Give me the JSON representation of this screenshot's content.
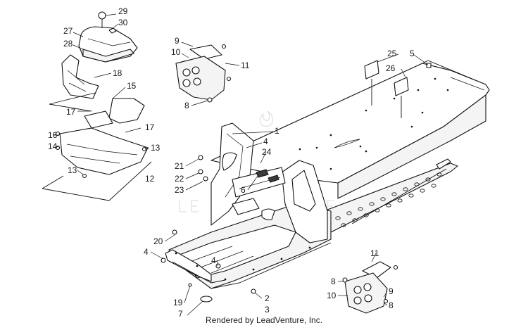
{
  "footer": "Rendered by LeadVenture, Inc.",
  "callouts": [
    {
      "id": "29",
      "text": "29"
    },
    {
      "id": "30",
      "text": "30"
    },
    {
      "id": "27",
      "text": "27"
    },
    {
      "id": "28",
      "text": "28"
    },
    {
      "id": "18",
      "text": "18"
    },
    {
      "id": "15",
      "text": "15"
    },
    {
      "id": "17a",
      "text": "17"
    },
    {
      "id": "17b",
      "text": "17"
    },
    {
      "id": "16",
      "text": "16"
    },
    {
      "id": "14",
      "text": "14"
    },
    {
      "id": "13a",
      "text": "13"
    },
    {
      "id": "13b",
      "text": "13"
    },
    {
      "id": "12",
      "text": "12"
    },
    {
      "id": "9a",
      "text": "9"
    },
    {
      "id": "10a",
      "text": "10"
    },
    {
      "id": "11a",
      "text": "11"
    },
    {
      "id": "8a",
      "text": "8"
    },
    {
      "id": "1",
      "text": "1"
    },
    {
      "id": "4a",
      "text": "4"
    },
    {
      "id": "24",
      "text": "24"
    },
    {
      "id": "21",
      "text": "21"
    },
    {
      "id": "22",
      "text": "22"
    },
    {
      "id": "23",
      "text": "23"
    },
    {
      "id": "6",
      "text": "6"
    },
    {
      "id": "25",
      "text": "25"
    },
    {
      "id": "5",
      "text": "5"
    },
    {
      "id": "26",
      "text": "26"
    },
    {
      "id": "20",
      "text": "20"
    },
    {
      "id": "4b",
      "text": "4"
    },
    {
      "id": "4c",
      "text": "4"
    },
    {
      "id": "19",
      "text": "19"
    },
    {
      "id": "7",
      "text": "7"
    },
    {
      "id": "2",
      "text": "2"
    },
    {
      "id": "3",
      "text": "3"
    },
    {
      "id": "11b",
      "text": "11"
    },
    {
      "id": "8b",
      "text": "8"
    },
    {
      "id": "10b",
      "text": "10"
    },
    {
      "id": "9b",
      "text": "9"
    },
    {
      "id": "8c",
      "text": "8"
    }
  ]
}
